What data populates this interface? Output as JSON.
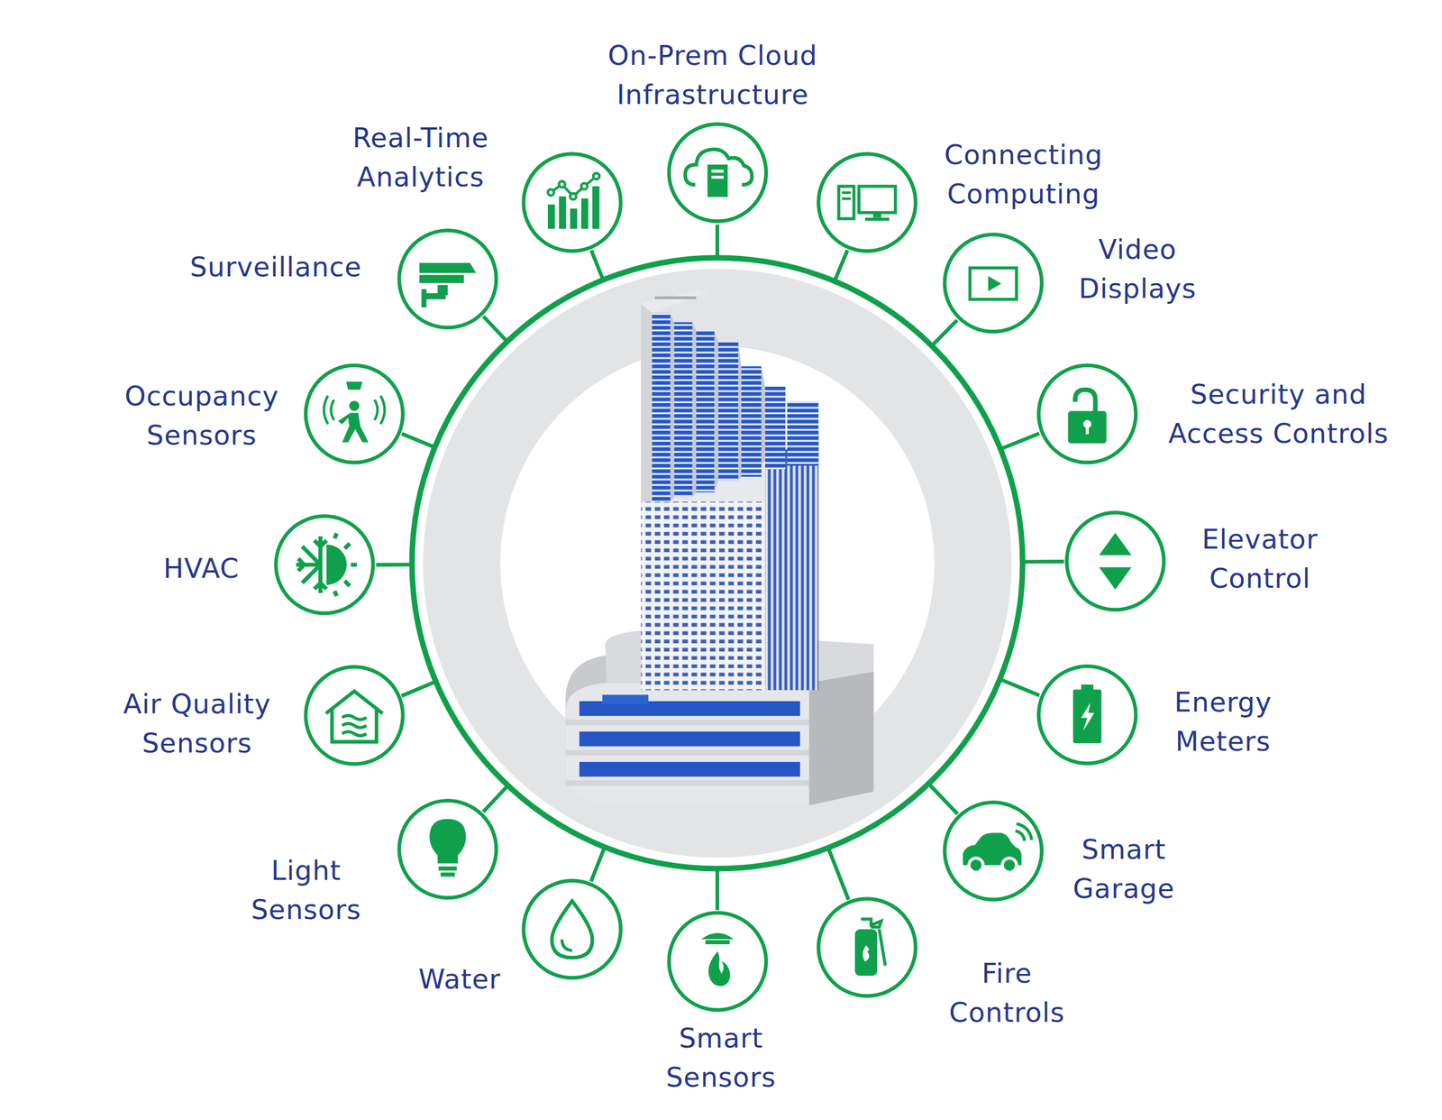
{
  "diagram": {
    "nodes": [
      {
        "text": [
          "On-Prem Cloud Infrastructure"
        ]
      },
      {
        "text": [
          "Connecting Computing"
        ]
      },
      {
        "text": [
          "Video Displays"
        ]
      },
      {
        "text": [
          "Security and Access Controls"
        ]
      },
      {
        "text": [
          "Elevator Control"
        ]
      },
      {
        "text": [
          "Energy Meters"
        ]
      },
      {
        "text": [
          "Smart Garage"
        ]
      },
      {
        "text": [
          "Fire Controls"
        ]
      },
      {
        "text": [
          "Smart Sensors"
        ]
      },
      {
        "text": [
          "Water"
        ]
      },
      {
        "text": [
          "Light Sensors"
        ]
      },
      {
        "text": [
          "Air Quality Sensors"
        ]
      },
      {
        "text": [
          "HVAC"
        ]
      },
      {
        "text": [
          "Occupancy Sensors"
        ]
      },
      {
        "text": [
          "Surveillance"
        ]
      },
      {
        "text": [
          "Real-Time Analytics"
        ]
      }
    ]
  }
}
